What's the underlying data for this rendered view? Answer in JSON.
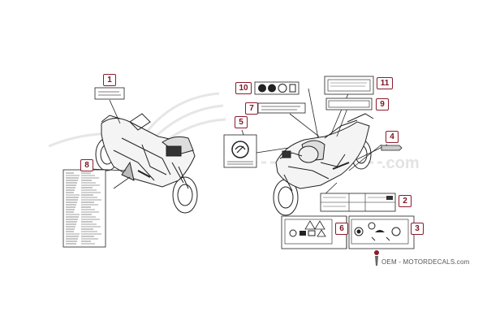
{
  "diagram": {
    "callouts": [
      {
        "id": "callout-1",
        "label": "1"
      },
      {
        "id": "callout-2",
        "label": "2"
      },
      {
        "id": "callout-3",
        "label": "3"
      },
      {
        "id": "callout-4",
        "label": "4"
      },
      {
        "id": "callout-5",
        "label": "5"
      },
      {
        "id": "callout-6",
        "label": "6"
      },
      {
        "id": "callout-7",
        "label": "7"
      },
      {
        "id": "callout-8",
        "label": "8"
      },
      {
        "id": "callout-9",
        "label": "9"
      },
      {
        "id": "callout-10",
        "label": "10"
      },
      {
        "id": "callout-11",
        "label": "11"
      }
    ],
    "watermark_text": ".com",
    "brand": "OEM - MOTORDECALS.com",
    "colors": {
      "accent": "#8b1c2c",
      "line": "#222222",
      "watermark": "#e3e3e3"
    },
    "icons": [
      "motorcycle-left-view-icon",
      "motorcycle-right-view-icon",
      "oem-logo-icon"
    ]
  }
}
